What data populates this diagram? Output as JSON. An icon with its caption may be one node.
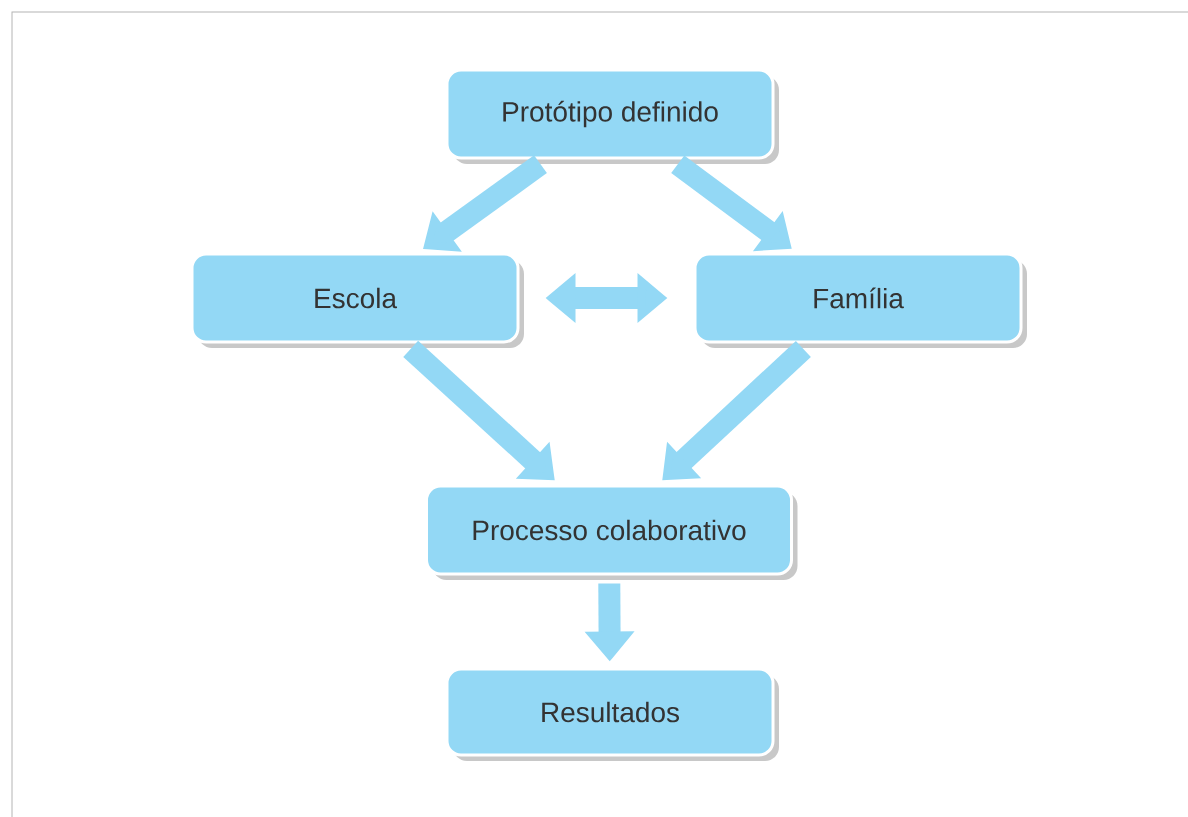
{
  "diagram": {
    "nodes": [
      {
        "text": [
          "Protótipo definido"
        ]
      },
      {
        "text": [
          "Escola"
        ]
      },
      {
        "text": [
          "Família"
        ]
      },
      {
        "text": [
          "Processo colaborativo"
        ]
      },
      {
        "text": [
          "Resultados"
        ]
      }
    ],
    "edges": [
      {
        "from": 0,
        "to": 1,
        "arrow": "to"
      },
      {
        "from": 0,
        "to": 2,
        "arrow": "to"
      },
      {
        "from": 1,
        "to": 2,
        "arrow": "both"
      },
      {
        "from": 1,
        "to": 3,
        "arrow": "to"
      },
      {
        "from": 2,
        "to": 3,
        "arrow": "to"
      },
      {
        "from": 3,
        "to": 4,
        "arrow": "to"
      }
    ]
  }
}
